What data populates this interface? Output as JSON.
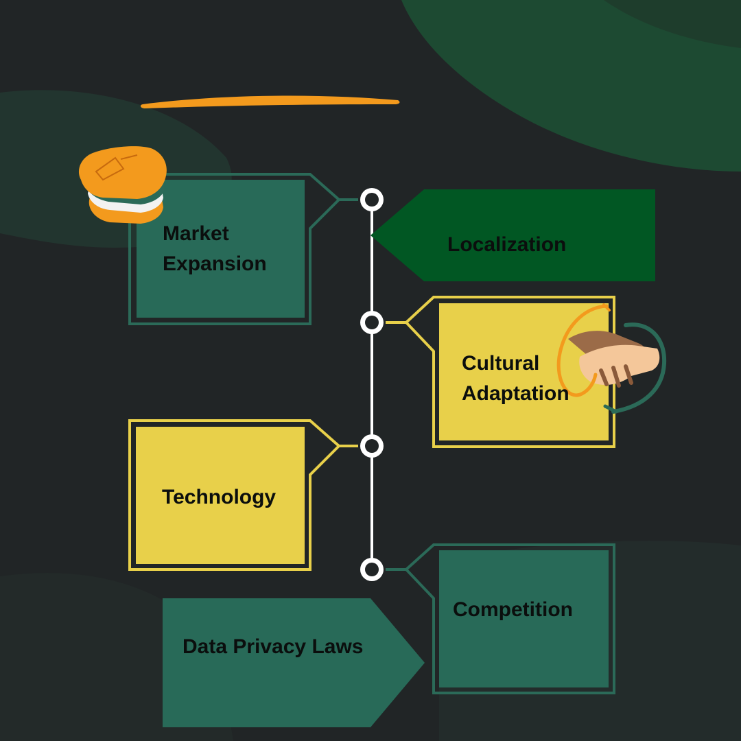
{
  "colors": {
    "background": "#212526",
    "green_dark": "#015723",
    "green_teal": "#286a58",
    "teal_border": "#2b6a58",
    "yellow": "#e8d04a",
    "orange": "#f39a1d",
    "timeline": "#ffffff"
  },
  "icons": {
    "stack": "stacked-books-icon",
    "handshake": "handshake-icon"
  },
  "nodes": {
    "market_expansion": {
      "line1": "Market",
      "line2": "Expansion"
    },
    "localization": {
      "label": "Localization"
    },
    "cultural_adaptation": {
      "line1": "Cultural",
      "line2": "Adaptation"
    },
    "technology": {
      "label": "Technology"
    },
    "competition": {
      "label": "Competition"
    },
    "data_privacy_laws": {
      "label": "Data Privacy Laws"
    }
  }
}
